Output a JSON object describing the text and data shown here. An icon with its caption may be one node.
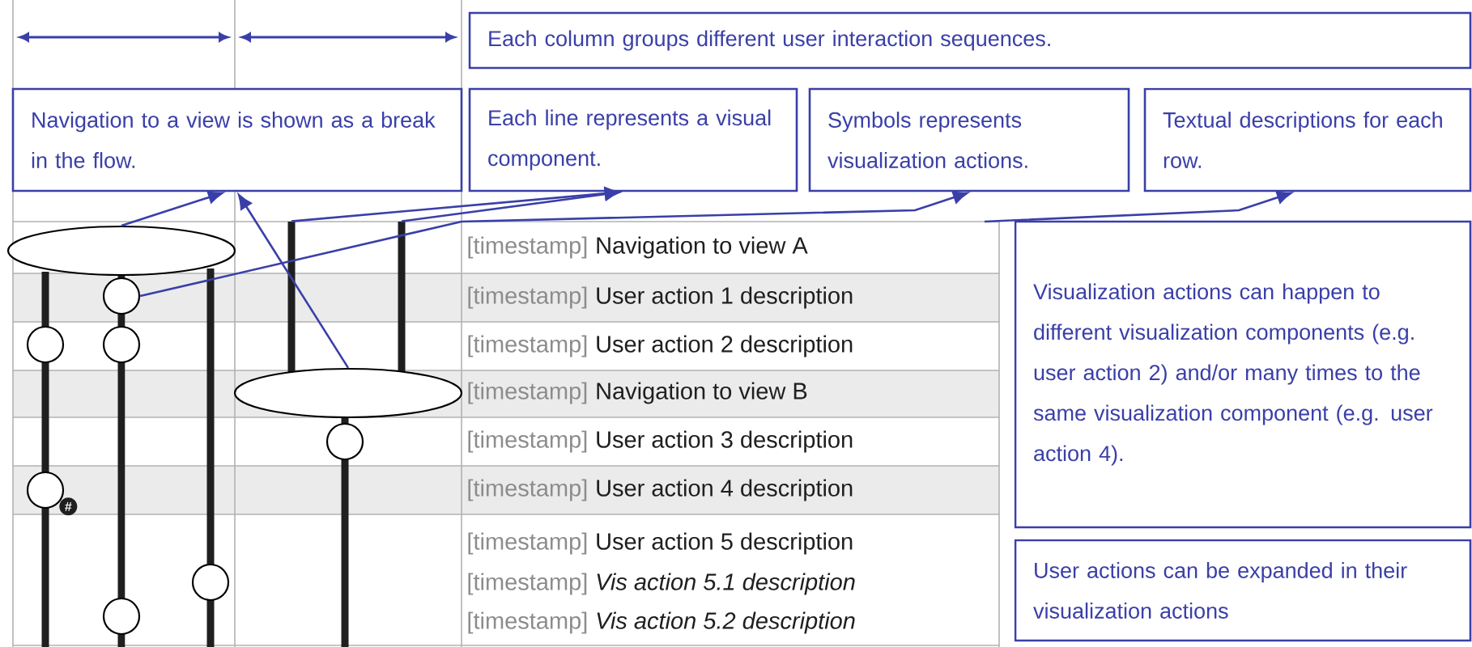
{
  "diagram": {
    "nodes": [
      {
        "text": [
          "Each column groups different user interaction sequences."
        ]
      },
      {
        "text": [
          "Navigation to a view is shown as a break in the flow."
        ]
      },
      {
        "text": [
          "Each line represents a visual component."
        ]
      },
      {
        "text": [
          "Symbols represents visualization actions."
        ]
      },
      {
        "text": [
          "Textual descriptions for each row."
        ]
      },
      {
        "text": [],
        "shape": "ellipse"
      },
      {
        "text": [],
        "shape": "bar"
      },
      {
        "text": [],
        "shape": "bar"
      },
      {
        "text": [
          "Visualization actions can happen to different visualization components (e.g. user action 2) and/or many times to the same visualization component (e.g. user action 4)."
        ]
      },
      {
        "text": [],
        "shape": "circle"
      },
      {
        "text": [],
        "shape": "circle"
      },
      {
        "text": [],
        "shape": "circle"
      },
      {
        "text": [],
        "shape": "ellipse"
      },
      {
        "text": [],
        "shape": "circle"
      },
      {
        "text": [],
        "shape": "circle",
        "beside": [
          "#"
        ]
      },
      {
        "text": [],
        "shape": "circle"
      },
      {
        "text": [
          "User actions can be expanded in their visualization actions"
        ]
      },
      {
        "text": [],
        "shape": "circle"
      }
    ],
    "edges": [
      {
        "from": 5,
        "to": 1,
        "arrow": "to"
      },
      {
        "from": 12,
        "to": 1,
        "arrow": "to"
      },
      {
        "from": 6,
        "to": 2,
        "arrow": "to"
      },
      {
        "from": 7,
        "to": 2,
        "arrow": "to"
      },
      {
        "from": 9,
        "to": 3,
        "arrow": "to"
      },
      {
        "from": null,
        "to": 4,
        "arrow": "to"
      }
    ],
    "labels": [
      "[timestamp]",
      "Navigation to view A",
      "[timestamp]",
      "User action 1 description",
      "[timestamp]",
      "User action 2 description",
      "[timestamp]",
      "Navigation to view B",
      "[timestamp]",
      "User action 3 description",
      "[timestamp]",
      "User action 4 description",
      "[timestamp]",
      "User action 5 description",
      "[timestamp]",
      "Vis action 5.1 description",
      "[timestamp]",
      "Vis action 5.2 description"
    ]
  }
}
